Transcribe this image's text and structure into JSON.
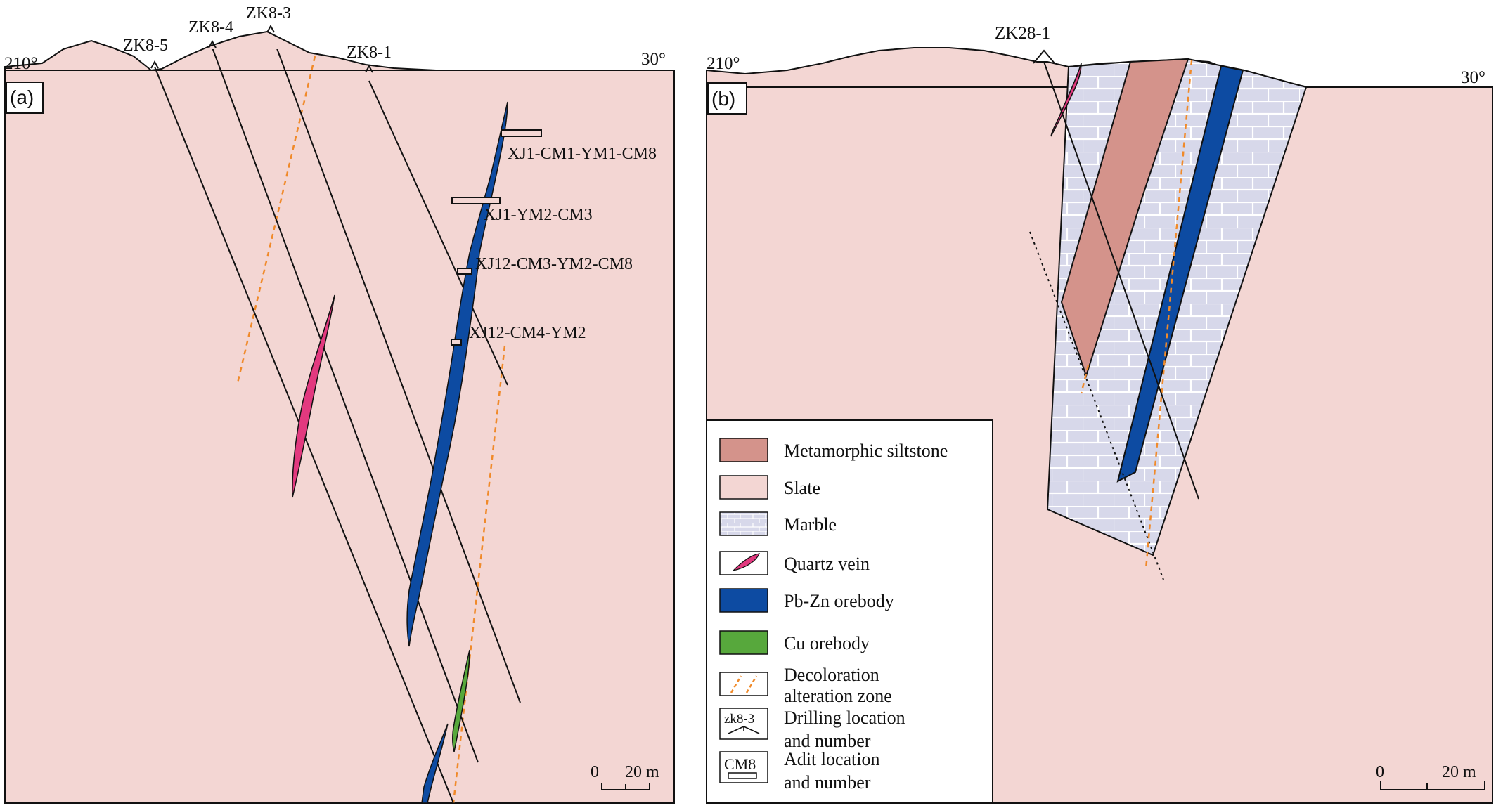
{
  "colors": {
    "slate": "#f3d6d3",
    "metamorphic_siltstone": "#d4938b",
    "marble": "#d7d8ea",
    "pb_zn": "#0d4ba2",
    "cu": "#57a83c",
    "quartz_vein": "#e2397f",
    "decoloration": "#f08a2a",
    "line": "#111111"
  },
  "panel_a": {
    "tag": "(a)",
    "azimuth_left": "210°",
    "azimuth_right": "30°",
    "drillholes": [
      "ZK8-5",
      "ZK8-4",
      "ZK8-3",
      "ZK8-1"
    ],
    "adits": [
      "XJ1-CM1-YM1-CM8",
      "XJ1-YM2-CM3",
      "XJ12-CM3-YM2-CM8",
      "XJ12-CM4-YM2"
    ],
    "scale": {
      "zero": "0",
      "length": "20 m"
    }
  },
  "panel_b": {
    "tag": "(b)",
    "azimuth_left": "210°",
    "azimuth_right": "30°",
    "drillholes": [
      "ZK28-1"
    ],
    "scale": {
      "zero": "0",
      "length": "20 m"
    }
  },
  "legend": {
    "items": [
      {
        "label": "Metamorphic siltstone",
        "symbol": "siltstone"
      },
      {
        "label": "Slate",
        "symbol": "slate"
      },
      {
        "label": "Marble",
        "symbol": "marble"
      },
      {
        "label": "Quartz vein",
        "symbol": "quartz-vein"
      },
      {
        "label": "Pb-Zn orebody",
        "symbol": "pb-zn"
      },
      {
        "label": "Cu orebody",
        "symbol": "cu"
      },
      {
        "label": "Decoloration",
        "label2": "alteration zone",
        "symbol": "decoloration"
      },
      {
        "label": "Drilling location",
        "label2": "and number",
        "symbol": "drill",
        "symbol_text": "zk8-3"
      },
      {
        "label": "Adit location",
        "label2": "and number",
        "symbol": "adit",
        "symbol_text": "CM8"
      }
    ]
  }
}
